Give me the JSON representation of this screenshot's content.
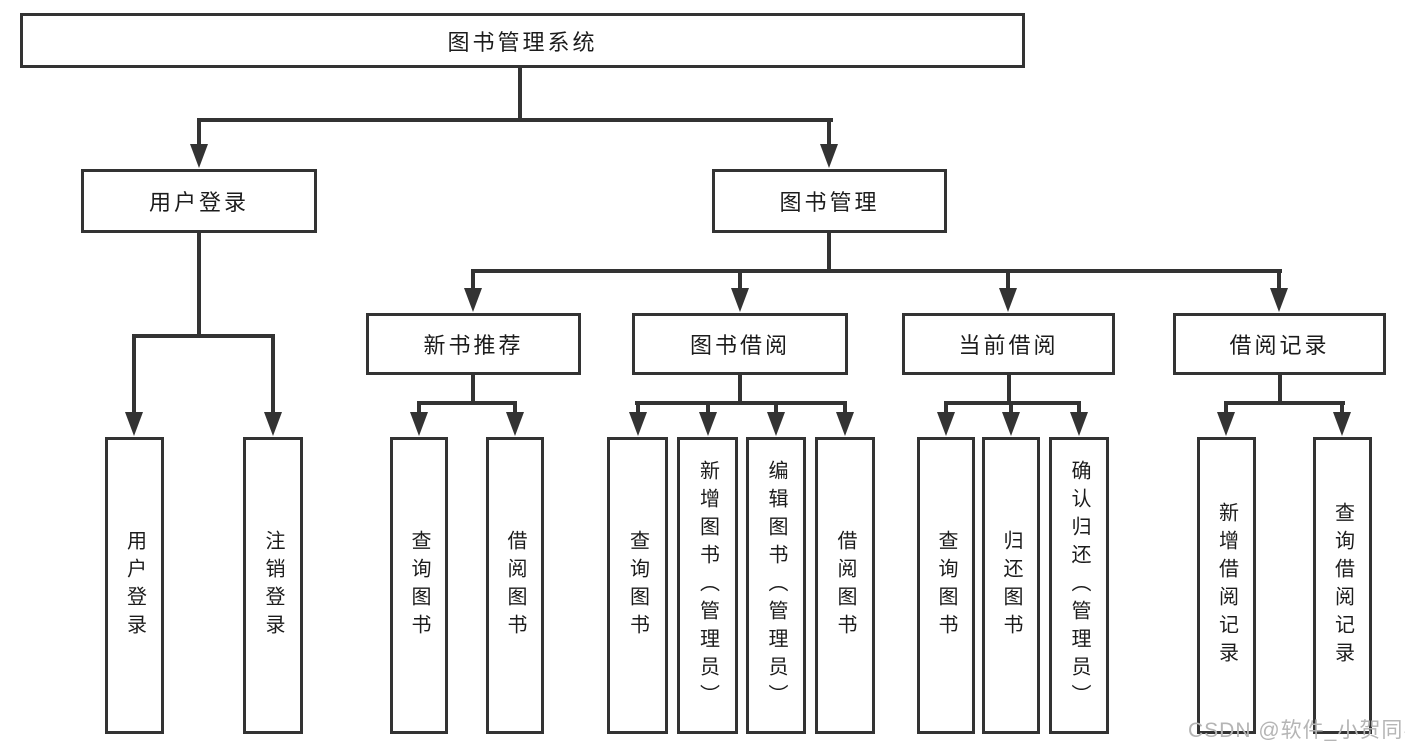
{
  "tree": {
    "label": "图书管理系统",
    "children": [
      {
        "label": "用户登录",
        "children": [
          {
            "label": "用户登录"
          },
          {
            "label": "注销登录"
          }
        ]
      },
      {
        "label": "图书管理",
        "children": [
          {
            "label": "新书推荐",
            "children": [
              {
                "label": "查询图书"
              },
              {
                "label": "借阅图书"
              }
            ]
          },
          {
            "label": "图书借阅",
            "children": [
              {
                "label": "查询图书"
              },
              {
                "label": "新增图书（管理员）"
              },
              {
                "label": "编辑图书（管理员）"
              },
              {
                "label": "借阅图书"
              }
            ]
          },
          {
            "label": "当前借阅",
            "children": [
              {
                "label": "查询图书"
              },
              {
                "label": "归还图书"
              },
              {
                "label": "确认归还（管理员）"
              }
            ]
          },
          {
            "label": "借阅记录",
            "children": [
              {
                "label": "新增借阅记录"
              },
              {
                "label": "查询借阅记录"
              }
            ]
          }
        ]
      }
    ]
  },
  "watermark": "CSDN @软件_小贺同学",
  "colors": {
    "line": "#333333",
    "text": "#1c1c1c",
    "background": "#ffffff",
    "watermark": "#b5b5b5"
  }
}
